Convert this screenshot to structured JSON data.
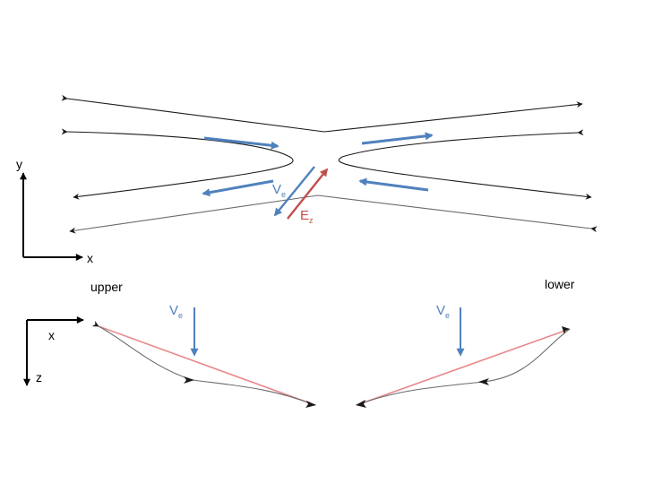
{
  "colors": {
    "field_line": "#1a1a1a",
    "field_line_gray": "#6b6b6b",
    "flow_arrow": "#4f81bd",
    "electric_field": "#c0504d",
    "axes": "#000000"
  },
  "top_panel": {
    "axis_x_label": "x",
    "axis_y_label": "y",
    "electron_velocity_label": "V",
    "electron_velocity_subscript": "e",
    "electric_field_label": "E",
    "electric_field_subscript": "z"
  },
  "bottom_panel": {
    "axis_x_label": "x",
    "axis_z_label": "z",
    "upper_label": "upper",
    "lower_label": "lower",
    "electron_velocity_label": "V",
    "electron_velocity_subscript": "e"
  }
}
